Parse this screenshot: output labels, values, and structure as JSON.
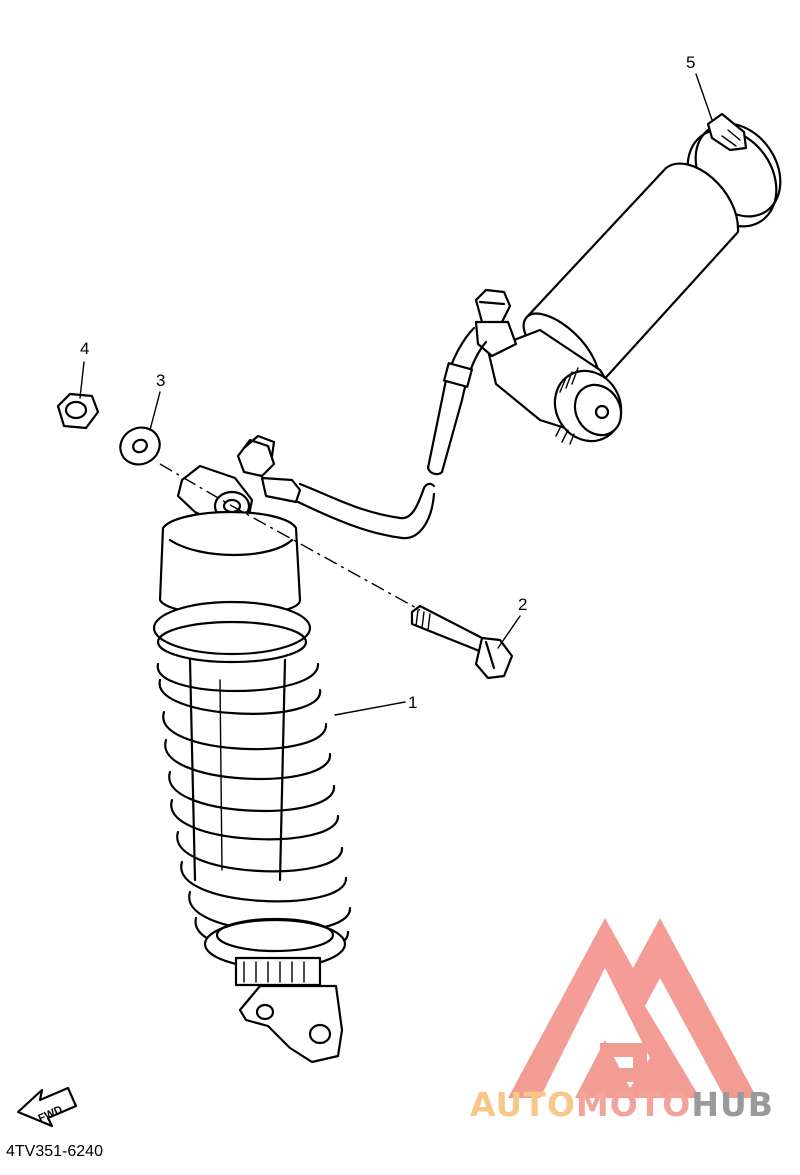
{
  "callouts": [
    {
      "id": "1",
      "label": "1"
    },
    {
      "id": "2",
      "label": "2"
    },
    {
      "id": "3",
      "label": "3"
    },
    {
      "id": "4",
      "label": "4"
    },
    {
      "id": "5",
      "label": "5"
    }
  ],
  "fwd_label": "FWD",
  "part_code": "4TV351-6240",
  "watermark": {
    "part1": "AUTO",
    "part2": "MOTO",
    "part3": "HUB"
  },
  "colors": {
    "line": "#000000",
    "background": "#ffffff",
    "watermark_logo": "#f28b82",
    "watermark_auto": "#f6c98a",
    "watermark_moto": "#f3a49a",
    "watermark_hub": "#9a9a9a"
  }
}
